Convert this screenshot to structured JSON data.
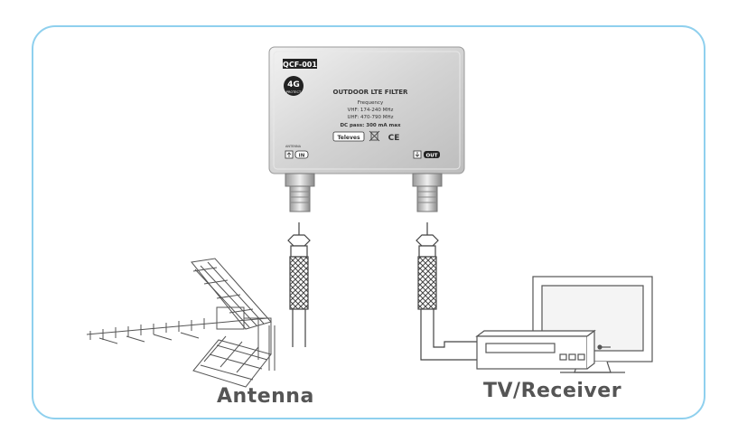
{
  "device": {
    "model": "QCF-001",
    "badge_main": "4G",
    "badge_sub": "PROTECT",
    "title": "OUTDOOR LTE FILTER",
    "freq_label": "Frequency",
    "vhf": "VHF: 174-240 MHz",
    "uhf": "UHF: 470-790 MHz",
    "dc_pass": "DC pass: 300 mA max",
    "brand": "Televes",
    "ce_mark": "CE",
    "port_small_label": "ANTENNA",
    "port_in": "IN",
    "port_out": "OUT"
  },
  "labels": {
    "antenna": "Antenna",
    "tv_receiver": "TV/Receiver"
  },
  "colors": {
    "frame_border": "#8fd0ee",
    "line": "#555555",
    "device_body": "#d7d7d7",
    "caption": "#555555"
  }
}
